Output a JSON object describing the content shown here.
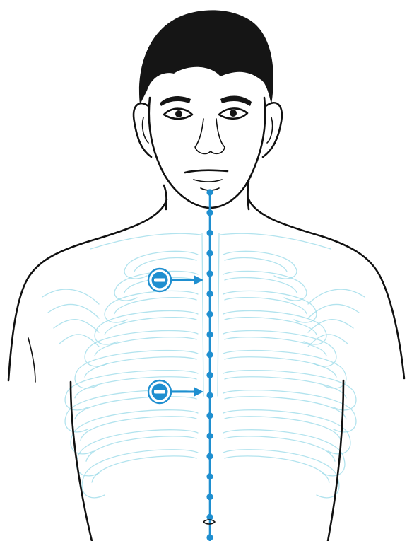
{
  "colors": {
    "meridian": "#1f8fd0",
    "ribcage": "#9fdcea",
    "outline": "#111111",
    "hair": "#151515",
    "background": "#ffffff"
  },
  "figure": {
    "subject": "male-torso-front",
    "meridian_points": 18,
    "markers": [
      {
        "icon": "minus-circle-icon",
        "pointing": "right"
      },
      {
        "icon": "minus-circle-icon",
        "pointing": "right"
      }
    ]
  }
}
